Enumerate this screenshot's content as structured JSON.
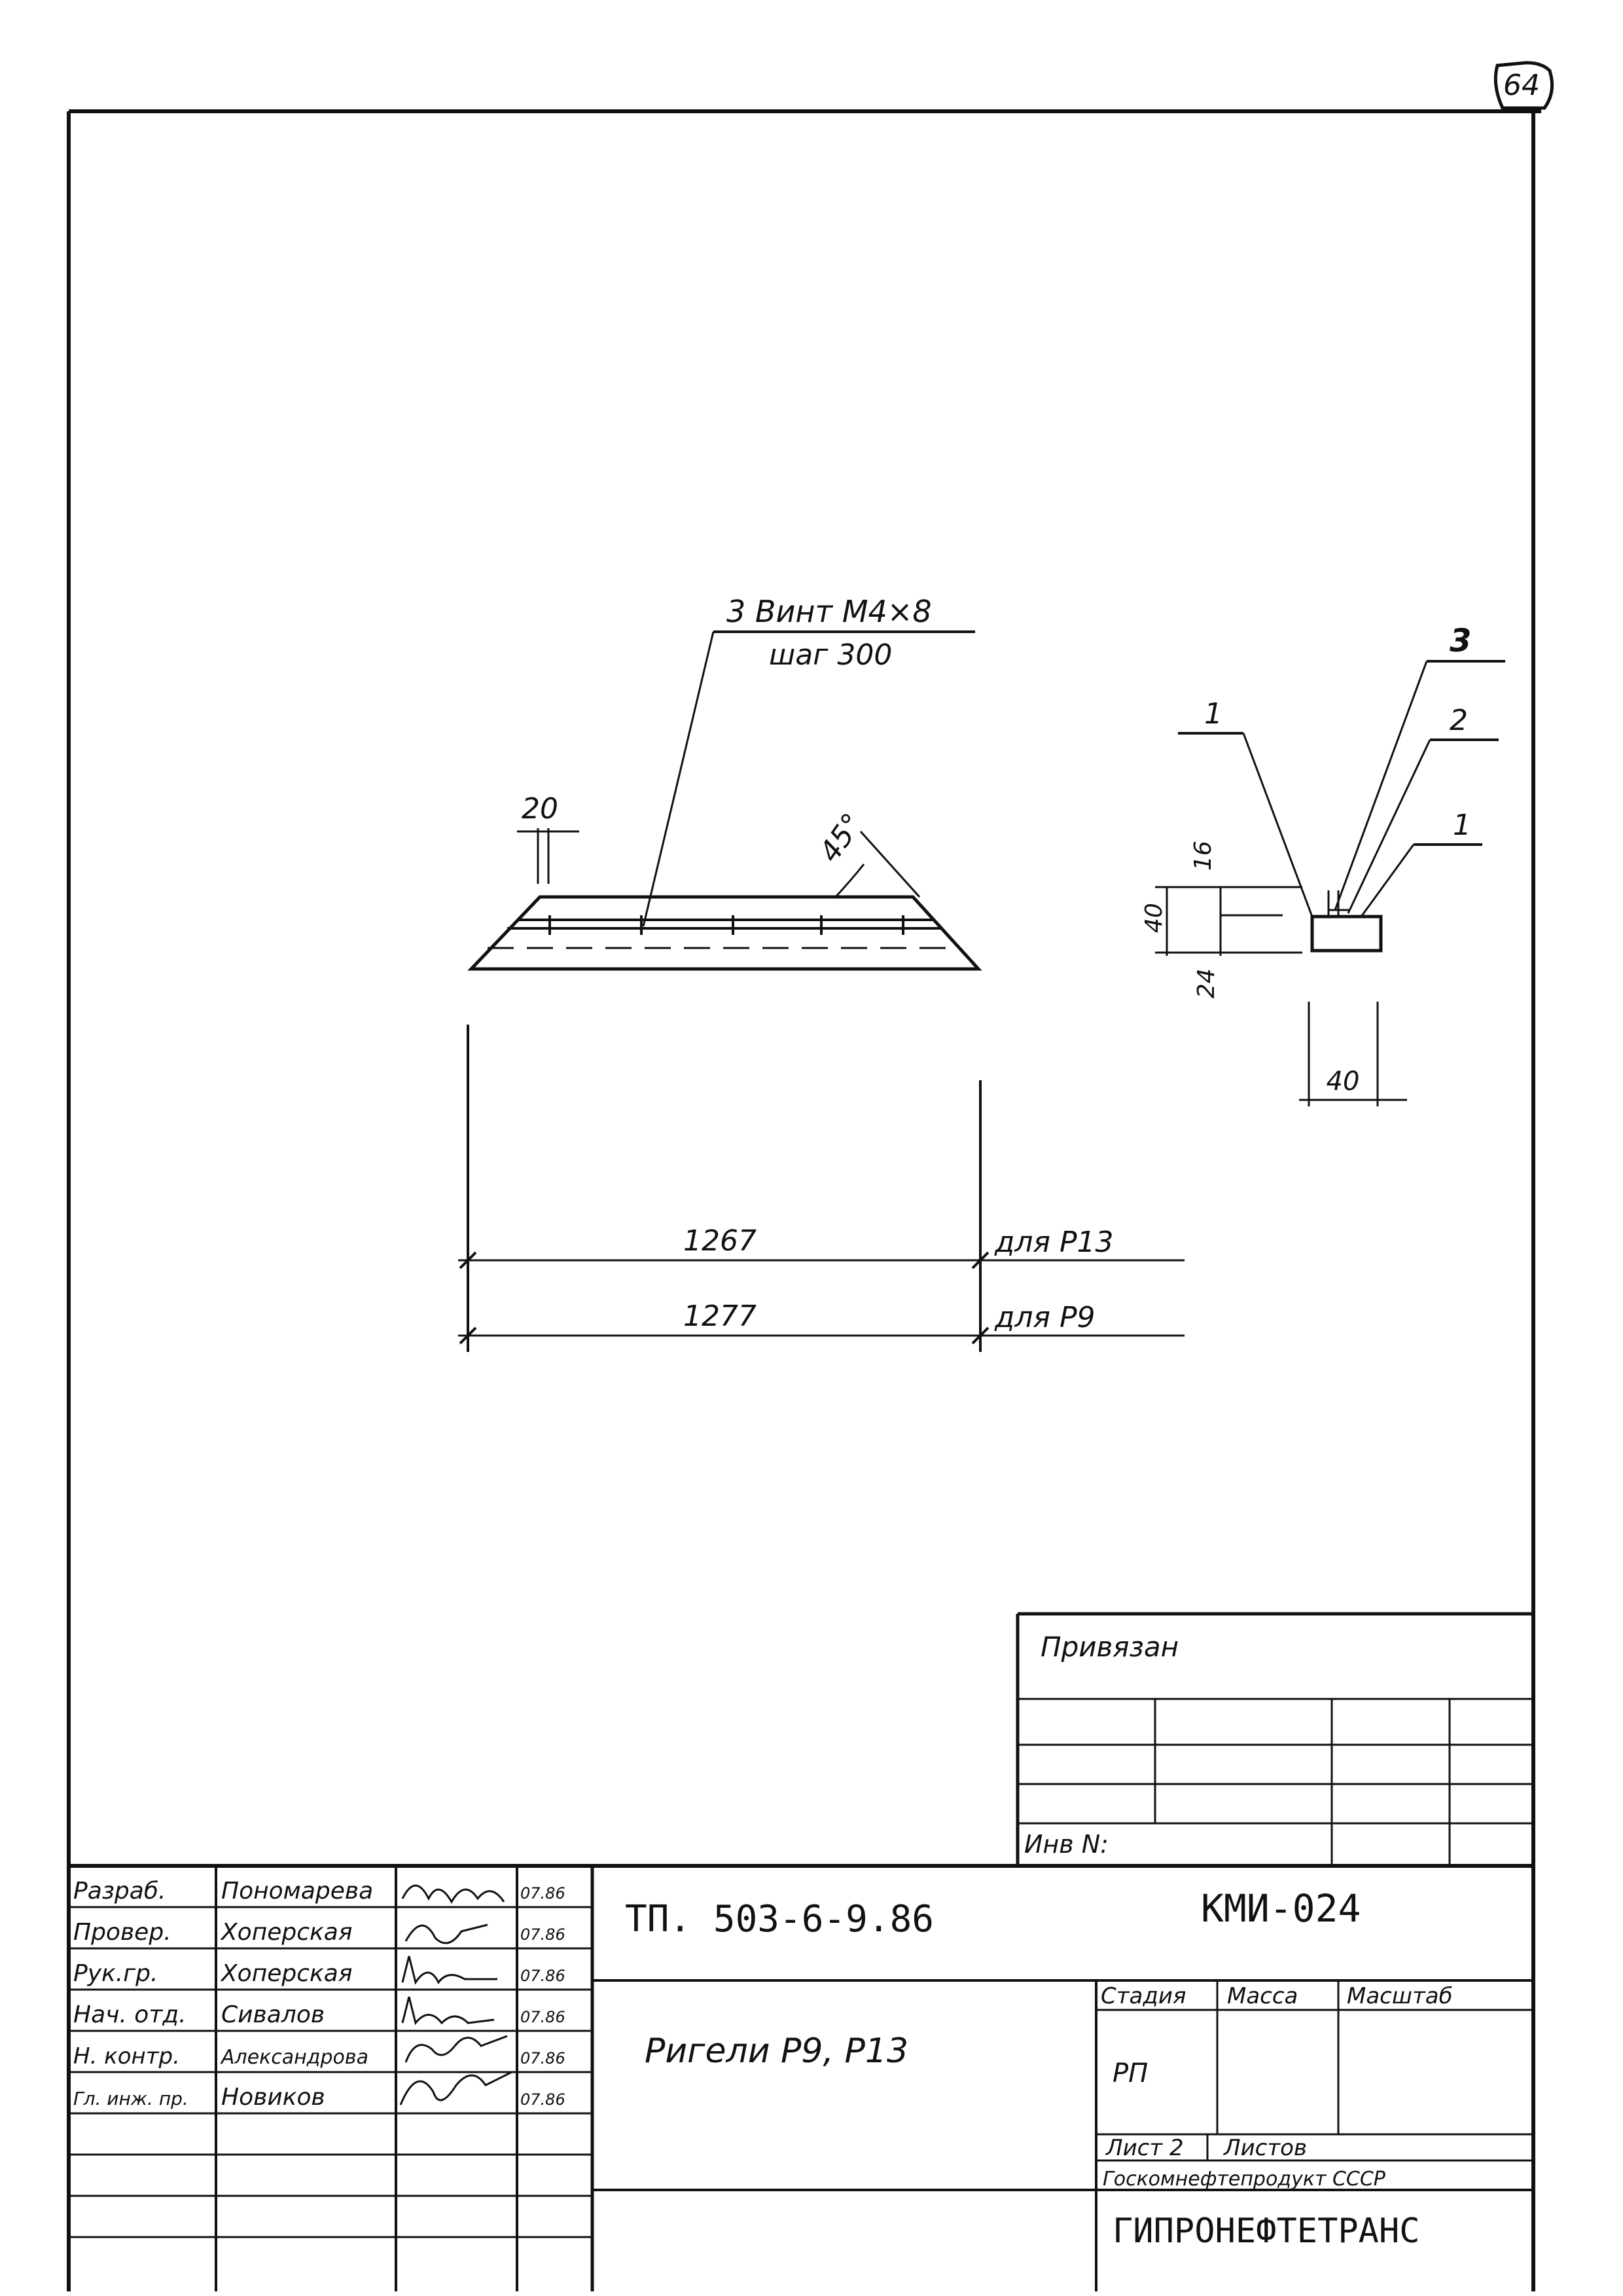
{
  "sheet": {
    "page_number": "64",
    "stamp": {
      "document_code": "ТП. 503-6-9.86",
      "drawing_code": "КМИ-024",
      "title": "Ригели Р9, Р13",
      "privyazan_label": "Привязан",
      "inv_label": "Инв N:",
      "stage_label": "Стадия",
      "mass_label": "Масса",
      "scale_label": "Масштаб",
      "stage_value": "РП",
      "sheet_label": "Лист 2",
      "sheets_label": "Листов",
      "org_ministry": "Госкомнефтепродукт СССР",
      "org_name": "ГИПРОНЕФТЕТРАНС",
      "signatures": [
        {
          "role": "Разраб.",
          "name": "Пономарева",
          "date": "07.86"
        },
        {
          "role": "Провер.",
          "name": "Хоперская",
          "date": "07.86"
        },
        {
          "role": "Рук.гр.",
          "name": "Хоперская",
          "date": "07.86"
        },
        {
          "role": "Нач. отд.",
          "name": "Сивалов",
          "date": "07.86"
        },
        {
          "role": "Н. контр.",
          "name": "Александрова",
          "date": "07.86"
        },
        {
          "role": "Гл. инж. пр.",
          "name": "Новиков",
          "date": "07.86"
        }
      ]
    },
    "drawing": {
      "callout_main_line1": "3  Винт М4×8",
      "callout_main_line2": "шаг 300",
      "dim_20": "20",
      "dim_45": "45°",
      "dim_1267": "1267",
      "dim_1277": "1277",
      "label_p13": "для  Р13",
      "label_p9": "для  Р9",
      "section_labels": [
        "1",
        "3",
        "2",
        "1"
      ],
      "dim_16": "16",
      "dim_40_v": "40",
      "dim_24": "24",
      "dim_40_h": "40"
    }
  }
}
